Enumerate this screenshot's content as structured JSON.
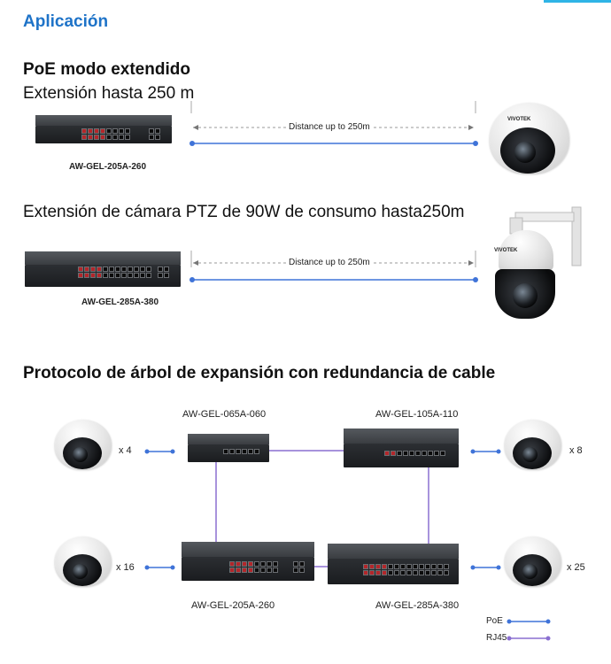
{
  "headings": {
    "application": "Aplicación",
    "poe_extended": "PoE modo extendido",
    "ext_250": "Extensión hasta 250 m",
    "ext_ptz": "Extensión de cámara PTZ de 90W de consumo hasta250m",
    "stp": "Protocolo de árbol de expansión con redundancia de cable"
  },
  "section1": {
    "switch_model": "AW-GEL-205A-260",
    "distance": "Distance up to 250m"
  },
  "section2": {
    "switch_model": "AW-GEL-285A-380",
    "distance": "Distance up to 250m"
  },
  "diagram": {
    "sw_065": "AW-GEL-065A-060",
    "sw_105": "AW-GEL-105A-110",
    "sw_205": "AW-GEL-205A-260",
    "sw_285": "AW-GEL-285A-380",
    "count_tl": "x 4",
    "count_tr": "x 8",
    "count_bl": "x 16",
    "count_br": "x 25",
    "legend_poe": "PoE",
    "legend_rj45": "RJ45"
  },
  "camera_brand": "VIVOTEK",
  "colors": {
    "accent_heading": "#1e73c8",
    "poe_line": "#3f73d8",
    "rj45_line": "#8a6fd1",
    "dashed": "#999999"
  }
}
